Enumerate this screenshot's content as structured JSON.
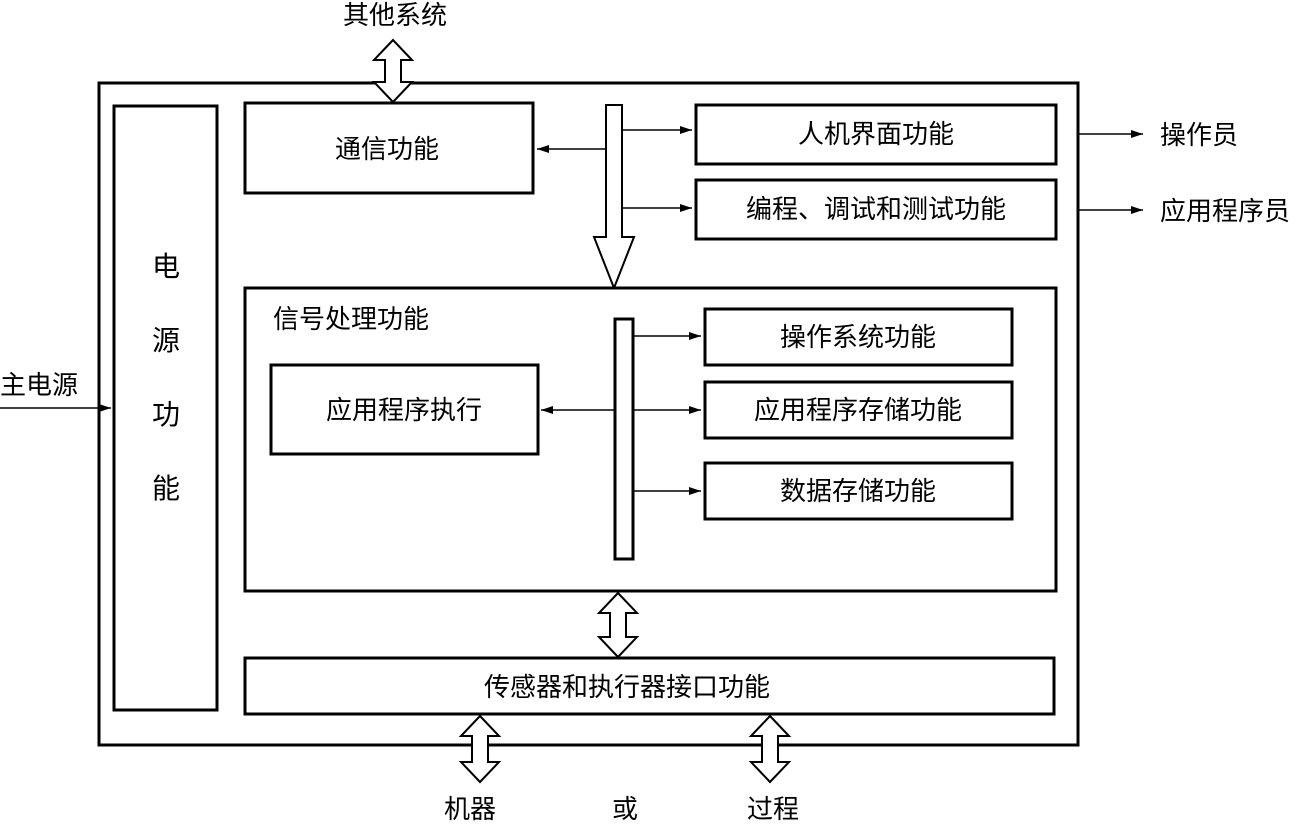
{
  "external": {
    "other_systems": "其他系统",
    "main_power": "主电源",
    "operator": "操作员",
    "programmer": "应用程序员",
    "machine": "机器",
    "or": "或",
    "process": "过程"
  },
  "power_block": {
    "chars": [
      "电",
      "源",
      "功",
      "能"
    ]
  },
  "top_blocks": {
    "communication": "通信功能",
    "hmi": "人机界面功能",
    "programming": "编程、调试和测试功能"
  },
  "signal_processing": {
    "title": "信号处理功能",
    "app_execution": "应用程序执行",
    "os": "操作系统功能",
    "app_storage": "应用程序存储功能",
    "data_storage": "数据存储功能"
  },
  "interface": {
    "label": "传感器和执行器接口功能"
  }
}
